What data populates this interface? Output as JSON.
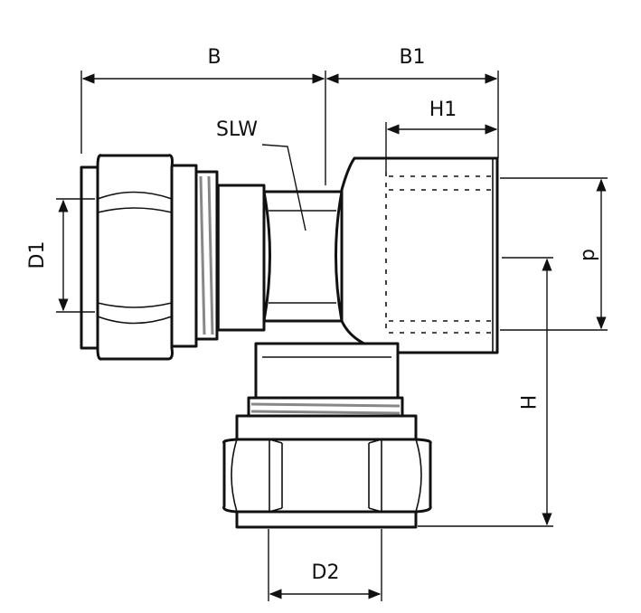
{
  "labels": {
    "B": "B",
    "B1": "B1",
    "H1": "H1",
    "SLW": "SLW",
    "D1": "D1",
    "d": "d",
    "H": "H",
    "D2": "D2"
  },
  "colors": {
    "line": "#111111",
    "thread_shade": "#888888",
    "background": "#ffffff"
  }
}
